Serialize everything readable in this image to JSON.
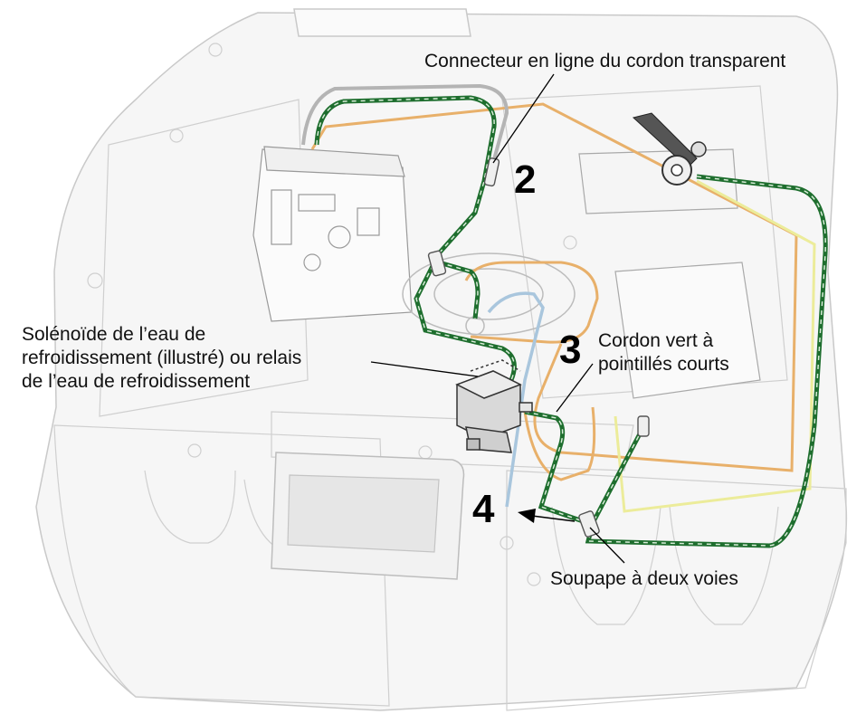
{
  "labels": {
    "connector": "Connecteur en ligne du cordon transparent",
    "solenoid_line1": "Solénoïde de l’eau de",
    "solenoid_line2": "refroidissement (illustré) ou relais",
    "solenoid_line3": "de l’eau de refroidissement",
    "green_cord_line1": "Cordon vert à",
    "green_cord_line2": "pointillés courts",
    "valve": "Soupape à deux voies"
  },
  "steps": [
    "2",
    "3",
    "4"
  ],
  "colors": {
    "tube_green": "#1e6e2e",
    "tube_dash": "#d8ecd8",
    "tube_clear": "#b4b4b4",
    "tube_orange": "#e8b06a",
    "tube_blue": "#a9c6dd",
    "tube_yellow": "#ecec9a",
    "chassis_line": "#c9c9c9",
    "board_line": "#9a9a9a"
  }
}
